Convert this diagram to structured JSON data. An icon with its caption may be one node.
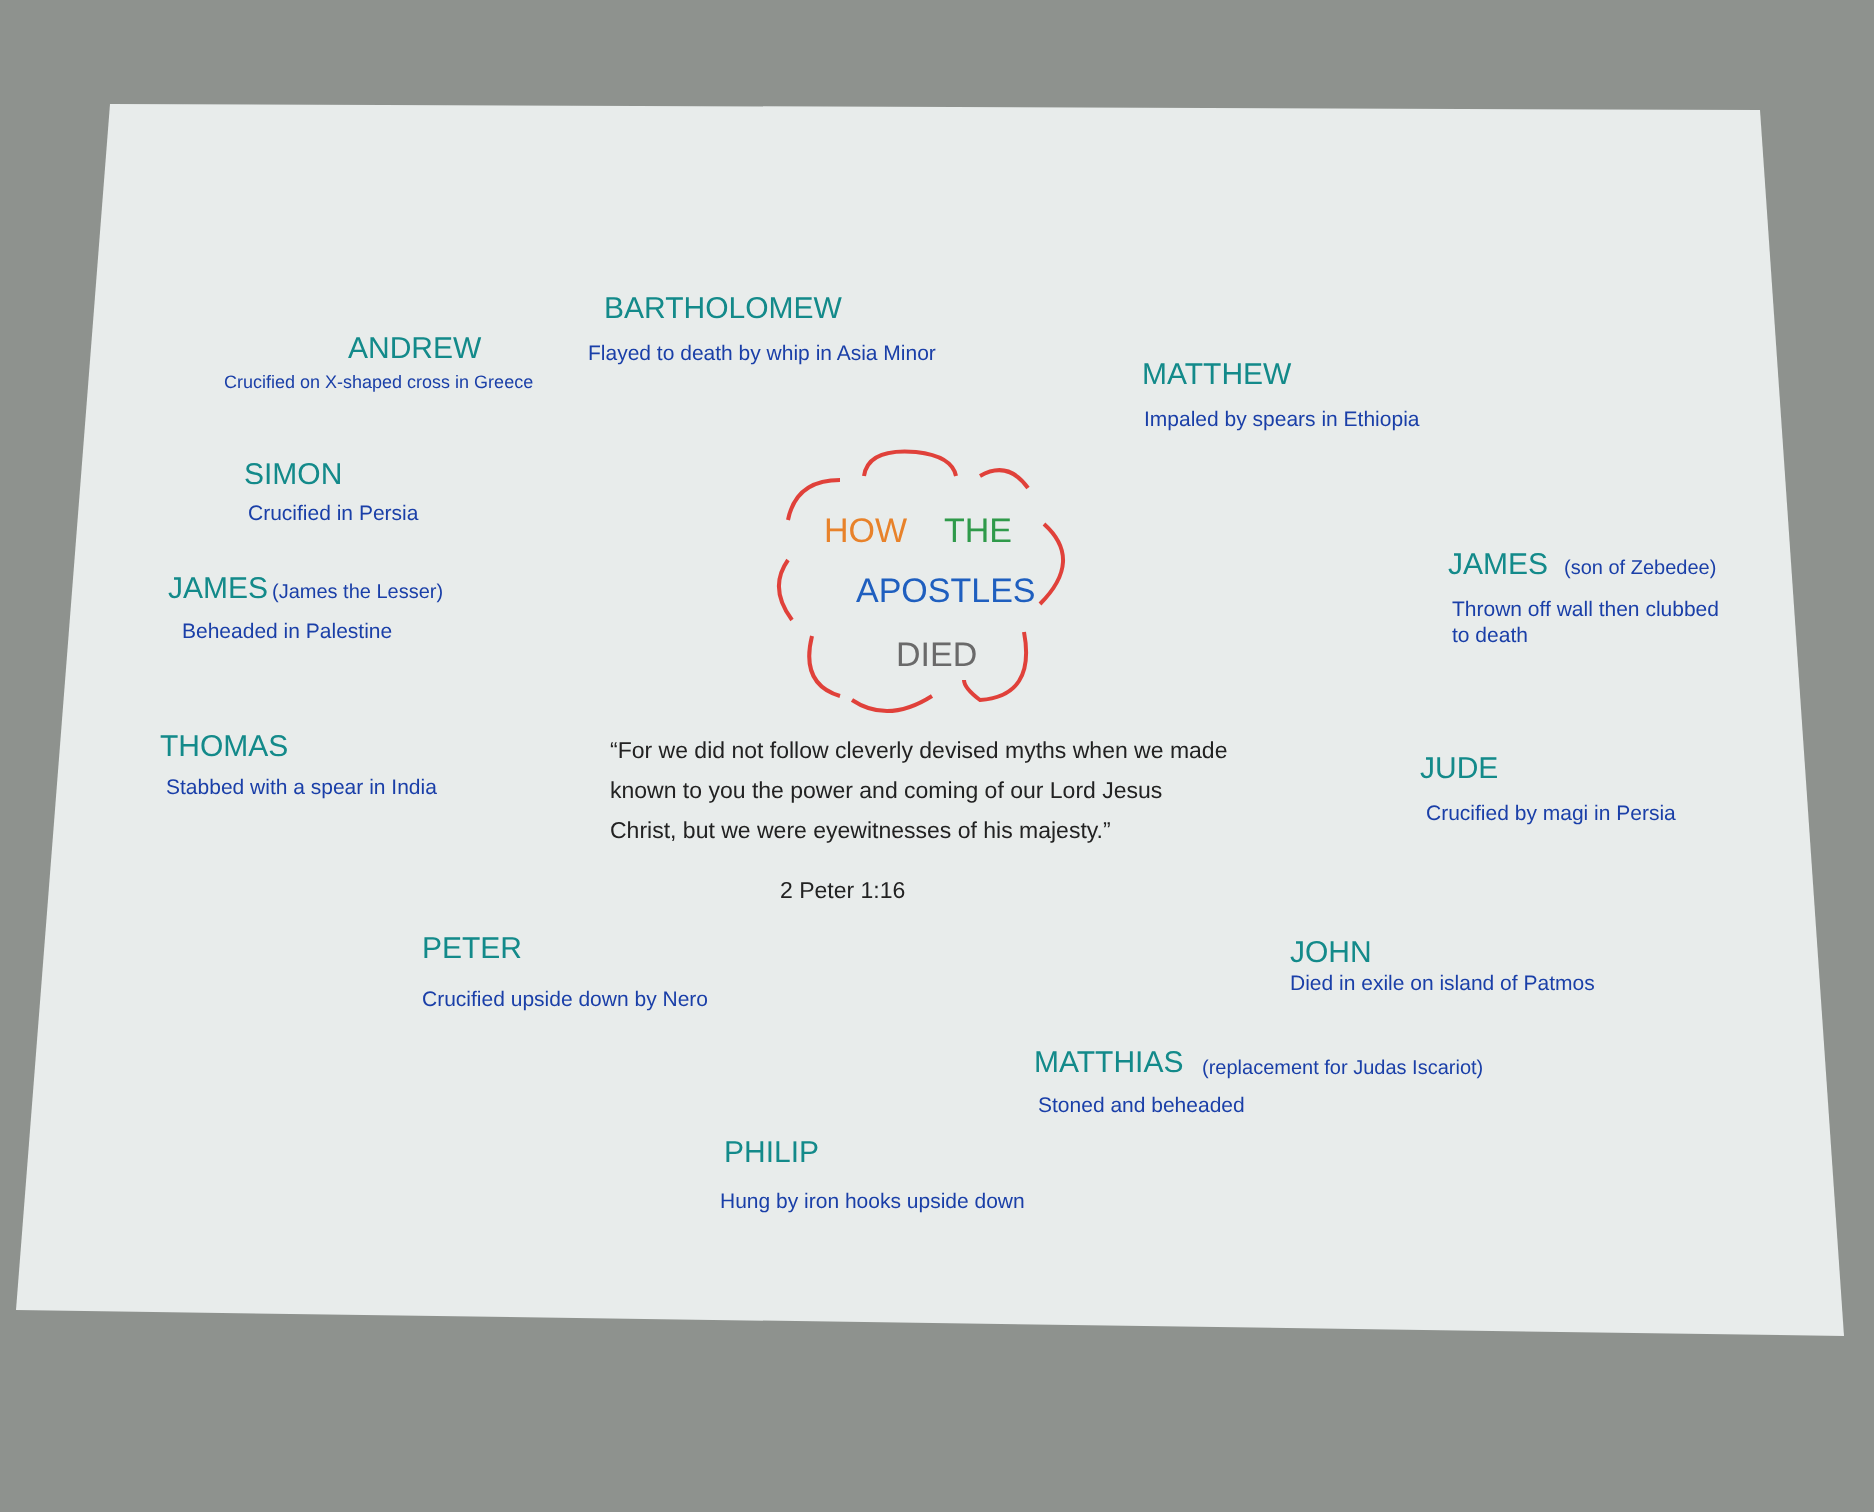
{
  "diagram": {
    "nodes": [
      {
        "text": [
          "HOW",
          "THE",
          "APOSTLES",
          "DIED"
        ]
      }
    ],
    "edges": [],
    "labels": [
      "BARTHOLOMEW",
      "ANDREW",
      "Flayed to death by whip in Asia Minor",
      "Crucified on X-shaped cross in Greece",
      "MATTHEW",
      "Impaled by spears in Ethiopia",
      "SIMON",
      "Crucified in Persia",
      "JAMES",
      "(James the Lesser)",
      "Beheaded in Palestine",
      "JAMES",
      "(son of Zebedee)",
      "Thrown off wall then clubbed to death",
      "THOMAS",
      "Stabbed with a spear in India",
      "JUDE",
      "Crucified by magi in Persia",
      "“For we did not follow cleverly devised myths when we made known to you the power and coming of our Lord Jesus Christ, but we were eyewitnesses of his majesty.”",
      "2 Peter 1:16",
      "PETER",
      "Crucified upside down by Nero",
      "JOHN",
      "Died in exile on island of Patmos",
      "MATTHIAS",
      "(replacement for Judas Iscariot)",
      "Stoned and beheaded",
      "PHILIP",
      "Hung by iron hooks upside down"
    ]
  }
}
